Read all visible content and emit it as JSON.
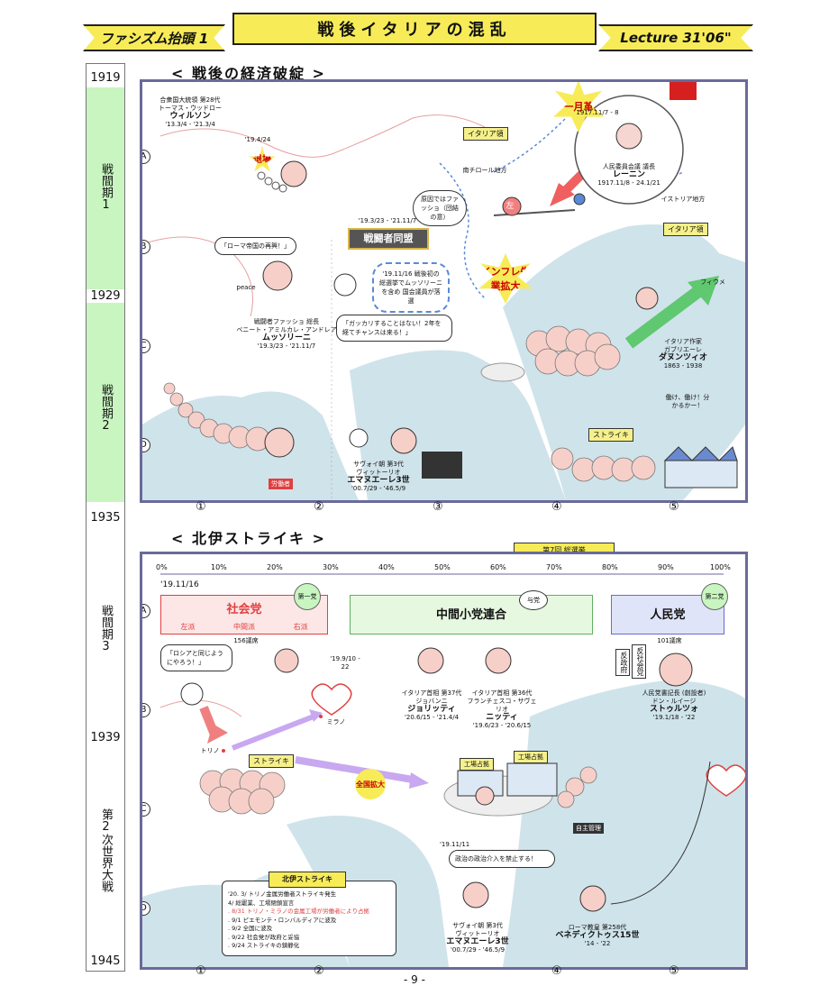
{
  "header": {
    "left": "ファシズム抬頭 1",
    "title": "戦後イタリアの混乱",
    "right": "Lecture 31'06\""
  },
  "timeline": {
    "years": [
      "1919",
      "1929",
      "1935",
      "1939",
      "1945"
    ],
    "eras": [
      "戦間期1",
      "戦間期2",
      "戦間期3",
      "第2次世界大戦"
    ]
  },
  "section1": {
    "title": "< 戦後の経済破綻 >",
    "rows": [
      "A",
      "B",
      "C",
      "D"
    ],
    "cols": [
      "①",
      "②",
      "③",
      "④",
      "⑤"
    ],
    "wilson": {
      "role": "合衆国大統領 第28代",
      "en": "トーマス・ウッドロー",
      "name": "ウィルソン",
      "dates": "'13.3/4 - '21.3/4"
    },
    "lenin": {
      "role": "人民委員会議 議長",
      "name": "レーニン",
      "dates": "1917.11/8 - 24.1/21",
      "date2": "1917.11/7 - 8"
    },
    "october": "十一月革命",
    "withdraw_date": "'19.4/24",
    "withdraw": "退場",
    "fiume_label": "イタリア領",
    "fiume_region": "南チロール地方",
    "istria": "イストリア地方",
    "fiume_city": "フィウメ",
    "left_badge": "左",
    "fascio_date": "'19.3/23 - '21.11/7",
    "fascio": "戦闘者同盟",
    "rome_speech": "「ローマ帝国の再興！」",
    "peace": "peace",
    "mussolini": {
      "role": "戦闘者ファッショ 総長",
      "en": "ベニート・アミルカレ・アンドレア",
      "name": "ムッソリーニ",
      "dates": "'19.3/23 - '21.11/7"
    },
    "election_note": "'19.11/16 戦後初の総選挙でムッソリーニを含め 国会議員が落選",
    "red_note": "原因ではファッショ（団結の意）",
    "mussolini_speech": "「ガッカリすることはない！2年を経てチャンスは来る！」",
    "inflation": "インフレ失業拡大",
    "dannunzio": {
      "role": "イタリア作家",
      "en": "ガブリエーレ",
      "name": "ダヌンツィオ",
      "dates": "1863 - 1938"
    },
    "dannunzio_speech": "働け、働け！分かるかー！",
    "strike_sign": "ストライキ",
    "king": {
      "role": "サヴォイ朝 第3代",
      "en": "ヴィットーリオ",
      "name": "エマヌエーレ3世",
      "dates": "'00.7/29 - '46.5/9"
    },
    "worker_sign": "労働者"
  },
  "section2": {
    "title": "< 北伊ストライキ >",
    "election_header": "第7回 総選挙",
    "percentages": [
      "0%",
      "10%",
      "20%",
      "30%",
      "40%",
      "50%",
      "60%",
      "70%",
      "80%",
      "90%",
      "100%"
    ],
    "election_date": "'19.11/16",
    "socialist": {
      "name": "社会党",
      "seats": "156議席",
      "left": "左派",
      "center": "中間派",
      "right": "右派",
      "badge": "第一党"
    },
    "centrist": {
      "name": "中間小党連合",
      "badge": "与党"
    },
    "popular": {
      "name": "人民党",
      "seats": "101議席",
      "badge": "第二党"
    },
    "speech_russia": "「ロシアと同じようにやろう！」",
    "heart_date": "'19.9/10 - 22",
    "milan": "ミラノ",
    "turin": "トリノ",
    "strike_sign": "ストライキ",
    "spread": "全国拡大",
    "giolitti": {
      "role": "イタリア首相 第37代",
      "en": "ジョバンニ",
      "name": "ジョリッティ",
      "dates": "'20.6/15 - '21.4/4"
    },
    "nitti": {
      "role": "イタリア首相 第36代",
      "en": "フランチェスコ・サヴェリオ",
      "name": "ニッティ",
      "dates": "'19.6/23 - '20.6/15"
    },
    "anti_socialist": "反社会党",
    "anti_gov": "反政府",
    "sturzo": {
      "role": "人民党書記長 (創設者)",
      "en": "ドン・ルイージ",
      "name": "ストゥルツォ",
      "dates": "'19.1/18 - '22"
    },
    "factory1": "工場占拠",
    "factory2": "工場占拠",
    "occupy_sign": "自主管理",
    "king_date": "'19.11/11",
    "king_speech": "政治の政治介入を禁止する！",
    "king": {
      "role": "サヴォイ朝 第3代",
      "en": "ヴィットーリオ",
      "name": "エマヌエーレ3世",
      "dates": "'00.7/29 - '46.5/9"
    },
    "pope": {
      "role": "ローマ教皇 第258代",
      "name": "ベネディクトゥス15世",
      "dates": "'14 - '22"
    },
    "strike_box_title": "北伊ストライキ",
    "strike_events": [
      "'20. 3/  トリノ金属労働者ストライキ発生",
      "4/  総罷業、工場閉鎖宣言",
      ". 8/31 トリノ・ミラノの金属工場が労働者により占拠",
      ". 9/1  ピエモンテ・ロンバルディアに波及",
      ". 9/2  全国に波及",
      ". 9/22 社会党が政府と妥協",
      ". 9/24 ストライキの鎮静化"
    ]
  },
  "footer": {
    "page": "- 9 -"
  }
}
